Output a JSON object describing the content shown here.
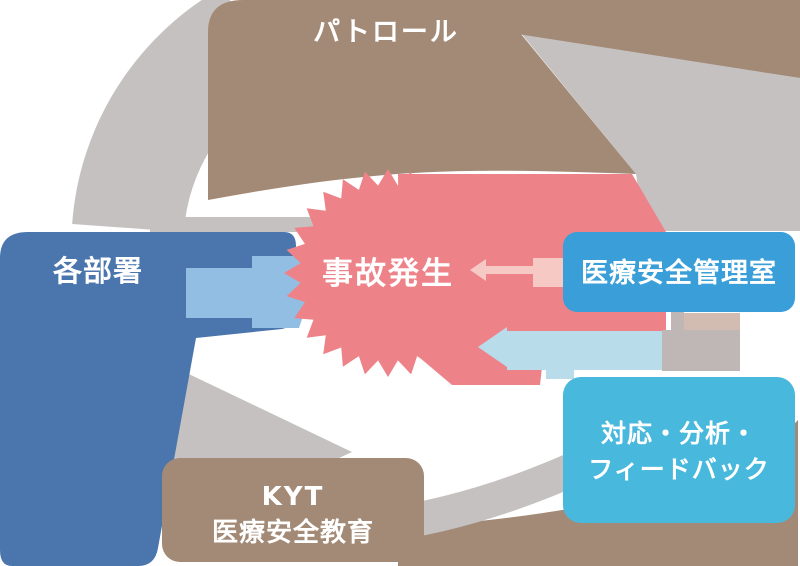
{
  "diagram": {
    "center_label": "事故発生",
    "patrol_label": "パトロール",
    "departments_label": "各部署",
    "office_label": "医療安全管理室",
    "response_line1": "対応・分析・",
    "response_line2": "フィードバック",
    "education_line1": "KYT",
    "education_line2": "医療安全教育",
    "colors": {
      "brown": "#a38a76",
      "brown_light": "#d2bcb2",
      "gray": "#c6c1c1",
      "gray_warm": "#beb7b5",
      "dark_blue": "#4a76ad",
      "bright_blue": "#3a9fd8",
      "teal_blue": "#48b8dc",
      "pink": "#ee8289",
      "pale_pink": "#f6c9c5",
      "light_blue": "#92bee4",
      "pale_blue": "#b9dcea",
      "text_white": "#ffffff"
    }
  }
}
